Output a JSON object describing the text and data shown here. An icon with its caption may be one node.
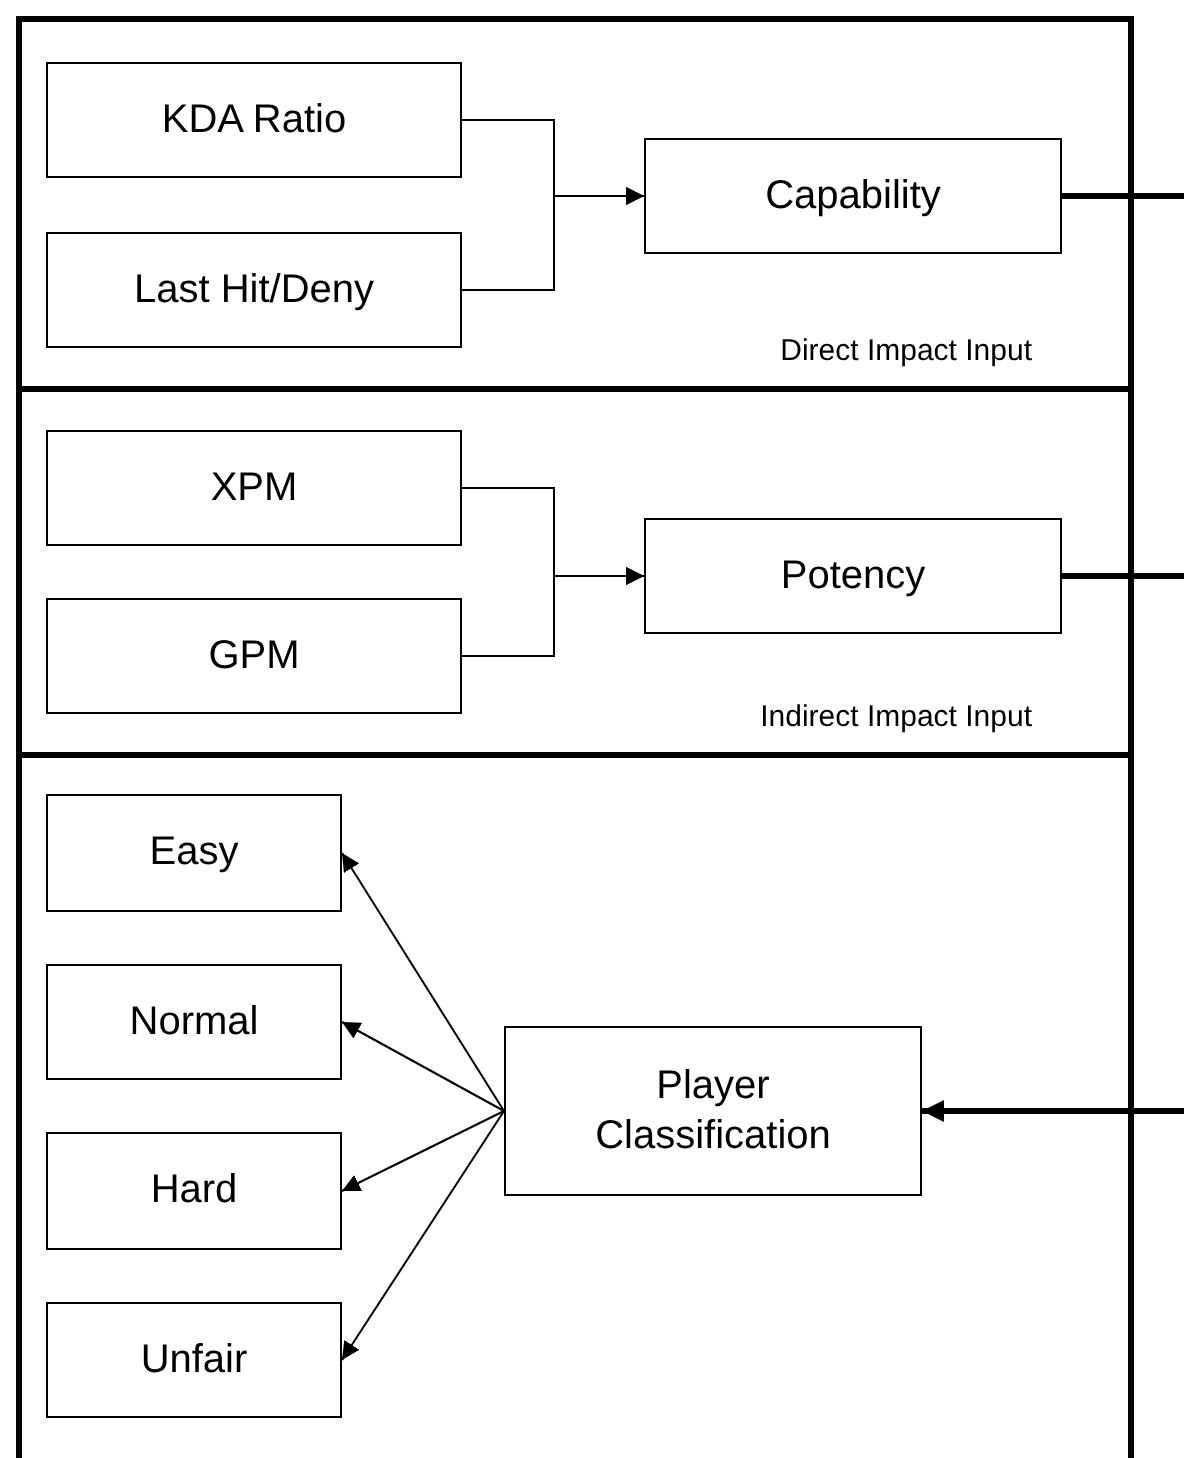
{
  "diagram": {
    "nodes": [
      {
        "text": [
          "Direct Impact Input"
        ]
      },
      {
        "text": [
          "KDA Ratio"
        ],
        "in": 0
      },
      {
        "text": [
          "Last Hit/Deny"
        ],
        "in": 0
      },
      {
        "text": [
          "Capability"
        ],
        "in": 0
      },
      {
        "text": [
          "Indirect Impact Input"
        ]
      },
      {
        "text": [
          "XPM"
        ],
        "in": 4
      },
      {
        "text": [
          "GPM"
        ],
        "in": 4
      },
      {
        "text": [
          "Potency"
        ],
        "in": 4
      },
      {
        "text": [],
        "shape": "box"
      },
      {
        "text": [
          "Easy"
        ],
        "in": 8
      },
      {
        "text": [
          "Normal"
        ],
        "in": 8
      },
      {
        "text": [
          "Hard"
        ],
        "in": 8
      },
      {
        "text": [
          "Unfair"
        ],
        "in": 8
      },
      {
        "text": [
          "Player Classification"
        ],
        "in": 8
      }
    ],
    "edges": [
      {
        "from": 1,
        "to": 3,
        "arrow": "to"
      },
      {
        "from": 2,
        "to": 3,
        "arrow": "to"
      },
      {
        "from": 5,
        "to": 7,
        "arrow": "to"
      },
      {
        "from": 6,
        "to": 7,
        "arrow": "to"
      },
      {
        "from": 13,
        "to": 9,
        "arrow": "to"
      },
      {
        "from": 13,
        "to": 10,
        "arrow": "to"
      },
      {
        "from": 13,
        "to": 11,
        "arrow": "to"
      },
      {
        "from": 13,
        "to": 12,
        "arrow": "to"
      },
      {
        "from": 3,
        "to": null,
        "arrow": "none",
        "style": "thick"
      },
      {
        "from": 7,
        "to": null,
        "arrow": "none",
        "style": "thick"
      },
      {
        "from": null,
        "to": 13,
        "arrow": "to",
        "style": "thick"
      }
    ]
  }
}
